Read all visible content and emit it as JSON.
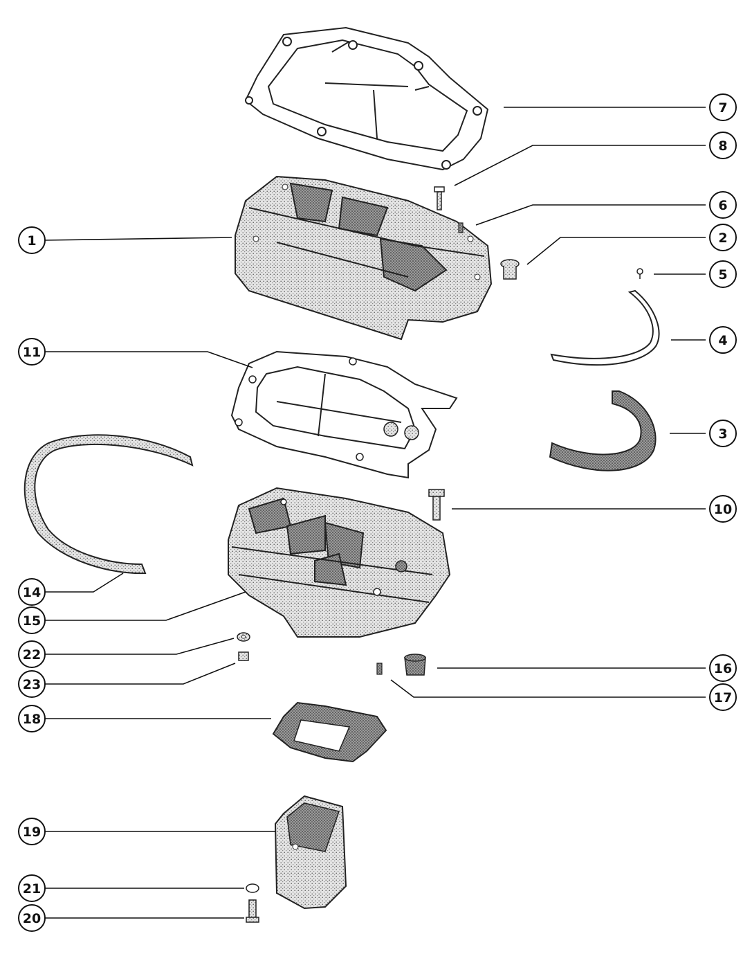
{
  "callouts": [
    {
      "id": "1",
      "label": "1"
    },
    {
      "id": "2",
      "label": "2"
    },
    {
      "id": "3",
      "label": "3"
    },
    {
      "id": "4",
      "label": "4"
    },
    {
      "id": "5",
      "label": "5"
    },
    {
      "id": "6",
      "label": "6"
    },
    {
      "id": "7",
      "label": "7"
    },
    {
      "id": "8",
      "label": "8"
    },
    {
      "id": "10",
      "label": "10"
    },
    {
      "id": "11",
      "label": "11"
    },
    {
      "id": "14",
      "label": "14"
    },
    {
      "id": "15",
      "label": "15"
    },
    {
      "id": "16",
      "label": "16"
    },
    {
      "id": "17",
      "label": "17"
    },
    {
      "id": "18",
      "label": "18"
    },
    {
      "id": "19",
      "label": "19"
    },
    {
      "id": "20",
      "label": "20"
    },
    {
      "id": "21",
      "label": "21"
    },
    {
      "id": "22",
      "label": "22"
    },
    {
      "id": "23",
      "label": "23"
    }
  ]
}
